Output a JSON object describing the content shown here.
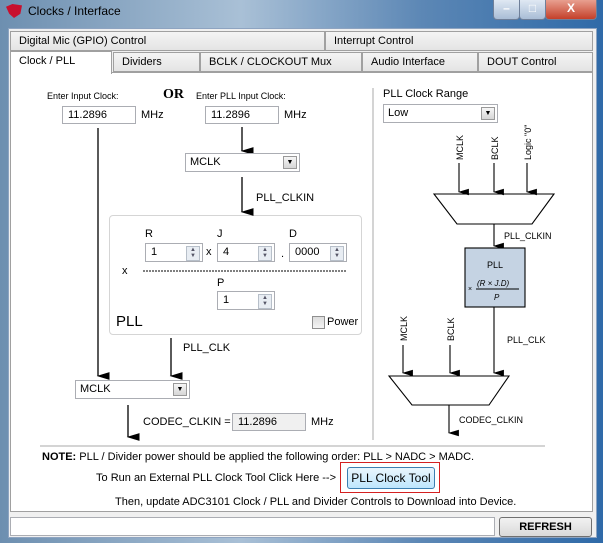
{
  "window": {
    "title": "Clocks / Interface",
    "minimize": "–",
    "maximize": "□",
    "close": "X"
  },
  "tabs_row1": [
    {
      "label": "Digital Mic (GPIO) Control"
    },
    {
      "label": "Interrupt Control"
    }
  ],
  "tabs_row2": [
    {
      "label": "Clock / PLL",
      "active": true
    },
    {
      "label": "Dividers"
    },
    {
      "label": "BCLK / CLOCKOUT  Mux"
    },
    {
      "label": "Audio Interface"
    },
    {
      "label": "DOUT Control"
    }
  ],
  "clock": {
    "input_clock_label": "Enter Input Clock:",
    "input_clock_value": "11.2896",
    "unit": "MHz",
    "or_label": "OR",
    "pll_input_label": "Enter PLL Input Clock:",
    "pll_input_value": "11.2896",
    "pll_source": "MCLK",
    "pll_clkin_label": "PLL_CLKIN",
    "pll": {
      "title": "PLL",
      "r_label": "R",
      "r_value": "1",
      "j_label": "J",
      "j_value": "4",
      "d_label": "D",
      "d_value": "0000",
      "p_label": "P",
      "p_value": "1",
      "times": "x",
      "dot": ".",
      "power_label": "Power",
      "power_checked": false
    },
    "pll_clk_label": "PLL_CLK",
    "codec_source": "MCLK",
    "codec_clkin_label": "CODEC_CLKIN =",
    "codec_clkin_value": "11.2896"
  },
  "range": {
    "label": "PLL Clock Range",
    "value": "Low"
  },
  "diagram": {
    "in1": "MCLK",
    "in2": "BCLK",
    "in3": "Logic \"0\"",
    "pll_clkin": "PLL_CLKIN",
    "pll": "PLL",
    "formula_num": "(R × J.D)",
    "formula_den": "P",
    "formula_times": "×",
    "pll_clk": "PLL_CLK",
    "codec_clkin": "CODEC_CLKIN"
  },
  "note": {
    "bold": "NOTE:",
    "text": "PLL / Divider power should be applied the following order: PLL > NADC >  MADC.",
    "run_text": "To Run an External PLL Clock Tool Click Here -->",
    "tool_button": "PLL Clock Tool",
    "then_text": "Then, update ADC3101 Clock / PLL and Divider Controls to Download into Device."
  },
  "status": {
    "text": "",
    "refresh": "REFRESH"
  }
}
